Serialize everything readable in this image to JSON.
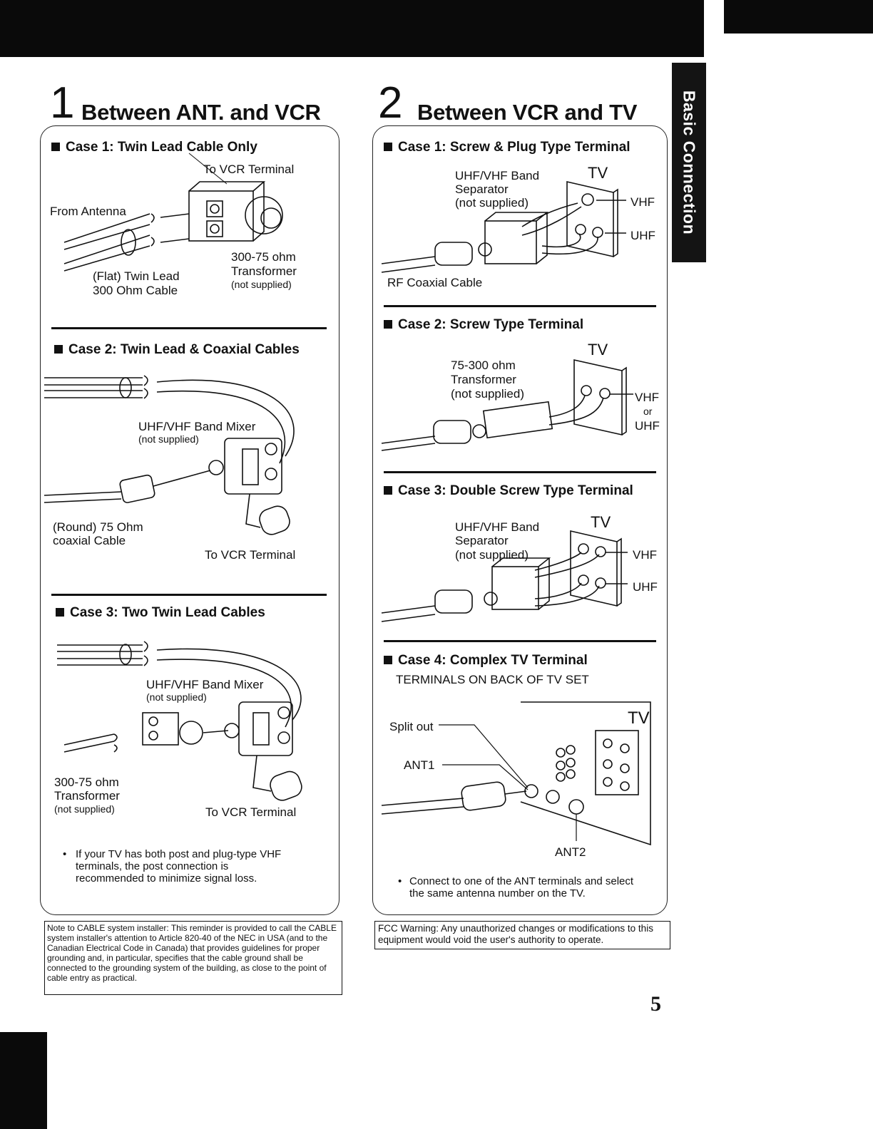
{
  "side_tab": "Basic Connection",
  "page_number": "5",
  "section1": {
    "number": "1",
    "title": "Between ANT. and VCR",
    "case1": {
      "title": "Case 1: Twin Lead Cable Only",
      "to_vcr": "To VCR Terminal",
      "from_antenna": "From Antenna",
      "transformer": [
        "300-75 ohm",
        "Transformer",
        "(not supplied)"
      ],
      "cable": [
        "(Flat) Twin Lead",
        "300 Ohm Cable"
      ]
    },
    "case2": {
      "title": "Case 2: Twin Lead & Coaxial Cables",
      "mixer": [
        "UHF/VHF Band Mixer",
        "(not supplied)"
      ],
      "coax": [
        "(Round) 75 Ohm",
        "coaxial Cable"
      ],
      "to_vcr": "To VCR Terminal"
    },
    "case3": {
      "title": "Case 3: Two Twin Lead Cables",
      "mixer": [
        "UHF/VHF Band Mixer",
        "(not supplied)"
      ],
      "transformer": [
        "300-75 ohm",
        "Transformer",
        "(not supplied)"
      ],
      "to_vcr": "To VCR Terminal"
    },
    "bullet": "If your TV has both post and plug-type VHF terminals, the post connection is recommended to minimize signal loss."
  },
  "section2": {
    "number": "2",
    "title": "Between VCR and TV",
    "case1": {
      "title": "Case 1: Screw & Plug Type Terminal",
      "separator": [
        "UHF/VHF Band",
        "Separator",
        "(not supplied)"
      ],
      "tv": "TV",
      "vhf": "VHF",
      "uhf": "UHF",
      "rf": "RF Coaxial Cable"
    },
    "case2": {
      "title": "Case 2: Screw Type Terminal",
      "tv": "TV",
      "transformer": [
        "75-300 ohm",
        "Transformer",
        "(not supplied)"
      ],
      "vhf": "VHF",
      "or": "or",
      "uhf": "UHF"
    },
    "case3": {
      "title": "Case 3: Double Screw Type Terminal",
      "separator": [
        "UHF/VHF Band",
        "Separator",
        "(not supplied)"
      ],
      "tv": "TV",
      "vhf": "VHF",
      "uhf": "UHF"
    },
    "case4": {
      "title": "Case 4: Complex TV Terminal",
      "subtitle": "TERMINALS ON BACK OF TV SET",
      "tv": "TV",
      "split_out": "Split out",
      "ant1": "ANT1",
      "ant2": "ANT2"
    },
    "bullet": "Connect to one of the ANT terminals and select the same antenna number on the TV."
  },
  "cable_note": "Note to CABLE system installer: This reminder is provided to call the CABLE system installer's attention to Article 820-40 of the NEC in USA (and to the Canadian Electrical Code in Canada) that provides guidelines for proper grounding and, in particular, specifies that the cable ground shall be connected to the grounding system of the building, as close to the point of cable entry as practical.",
  "fcc_warning": "FCC Warning: Any unauthorized changes or modifications to this equipment would void the user's authority to operate."
}
